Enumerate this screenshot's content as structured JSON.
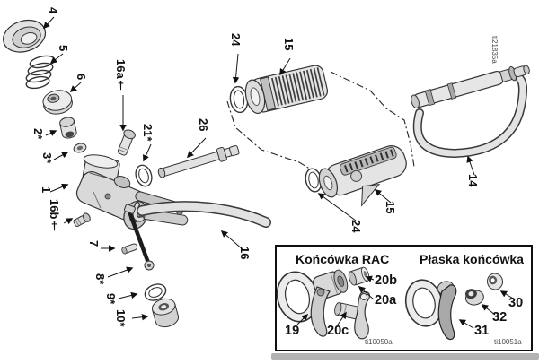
{
  "main": {
    "labels": {
      "p4": "4",
      "p5": "5",
      "p6": "6",
      "p2": "2*",
      "p3": "3*",
      "p1": "1",
      "p16a": "16a†",
      "p16b": "16b†",
      "p7": "7",
      "p8": "8*",
      "p9": "9*",
      "p10": "10*",
      "p16": "16",
      "p21": "21*",
      "p26": "26",
      "p24_top": "24",
      "p15_top": "15",
      "p24_bottom": "24",
      "p15_bottom": "15",
      "p14": "14"
    },
    "figure_code": "ti21835a"
  },
  "inset": {
    "rac": {
      "title": "Końcówka RAC",
      "labels": {
        "p19": "19",
        "p20a": "20a",
        "p20b": "20b",
        "p20c": "20c"
      },
      "figure_code": "ti10050a"
    },
    "flat": {
      "title": "Płaska końcówka",
      "labels": {
        "p30": "30",
        "p31": "31",
        "p32": "32"
      },
      "figure_code": "ti10051a"
    }
  }
}
